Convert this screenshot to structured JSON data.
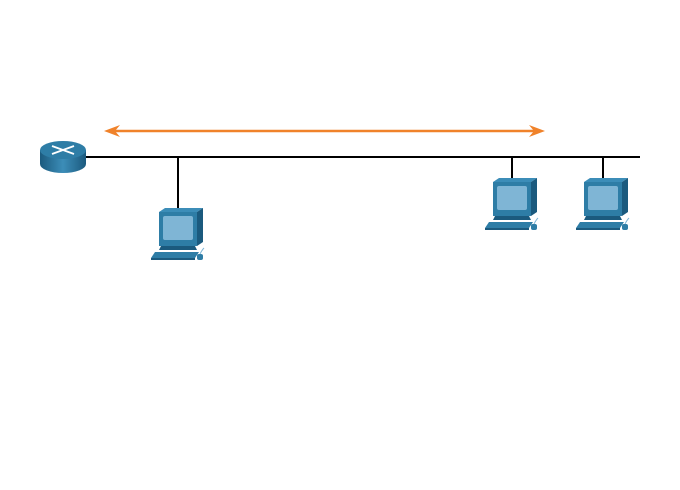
{
  "colors": {
    "arrow": "#F0822A",
    "cable": "#000000",
    "device_dark": "#1B5A7E",
    "device_mid": "#2E7DA6",
    "device_light": "#7FB5D5"
  },
  "devices": [
    {
      "type": "router",
      "icon": "router-icon"
    },
    {
      "type": "pc",
      "icon": "pc-icon"
    },
    {
      "type": "pc",
      "icon": "pc-icon"
    },
    {
      "type": "pc",
      "icon": "pc-icon"
    }
  ],
  "arrow": {
    "direction": "bidirectional"
  }
}
